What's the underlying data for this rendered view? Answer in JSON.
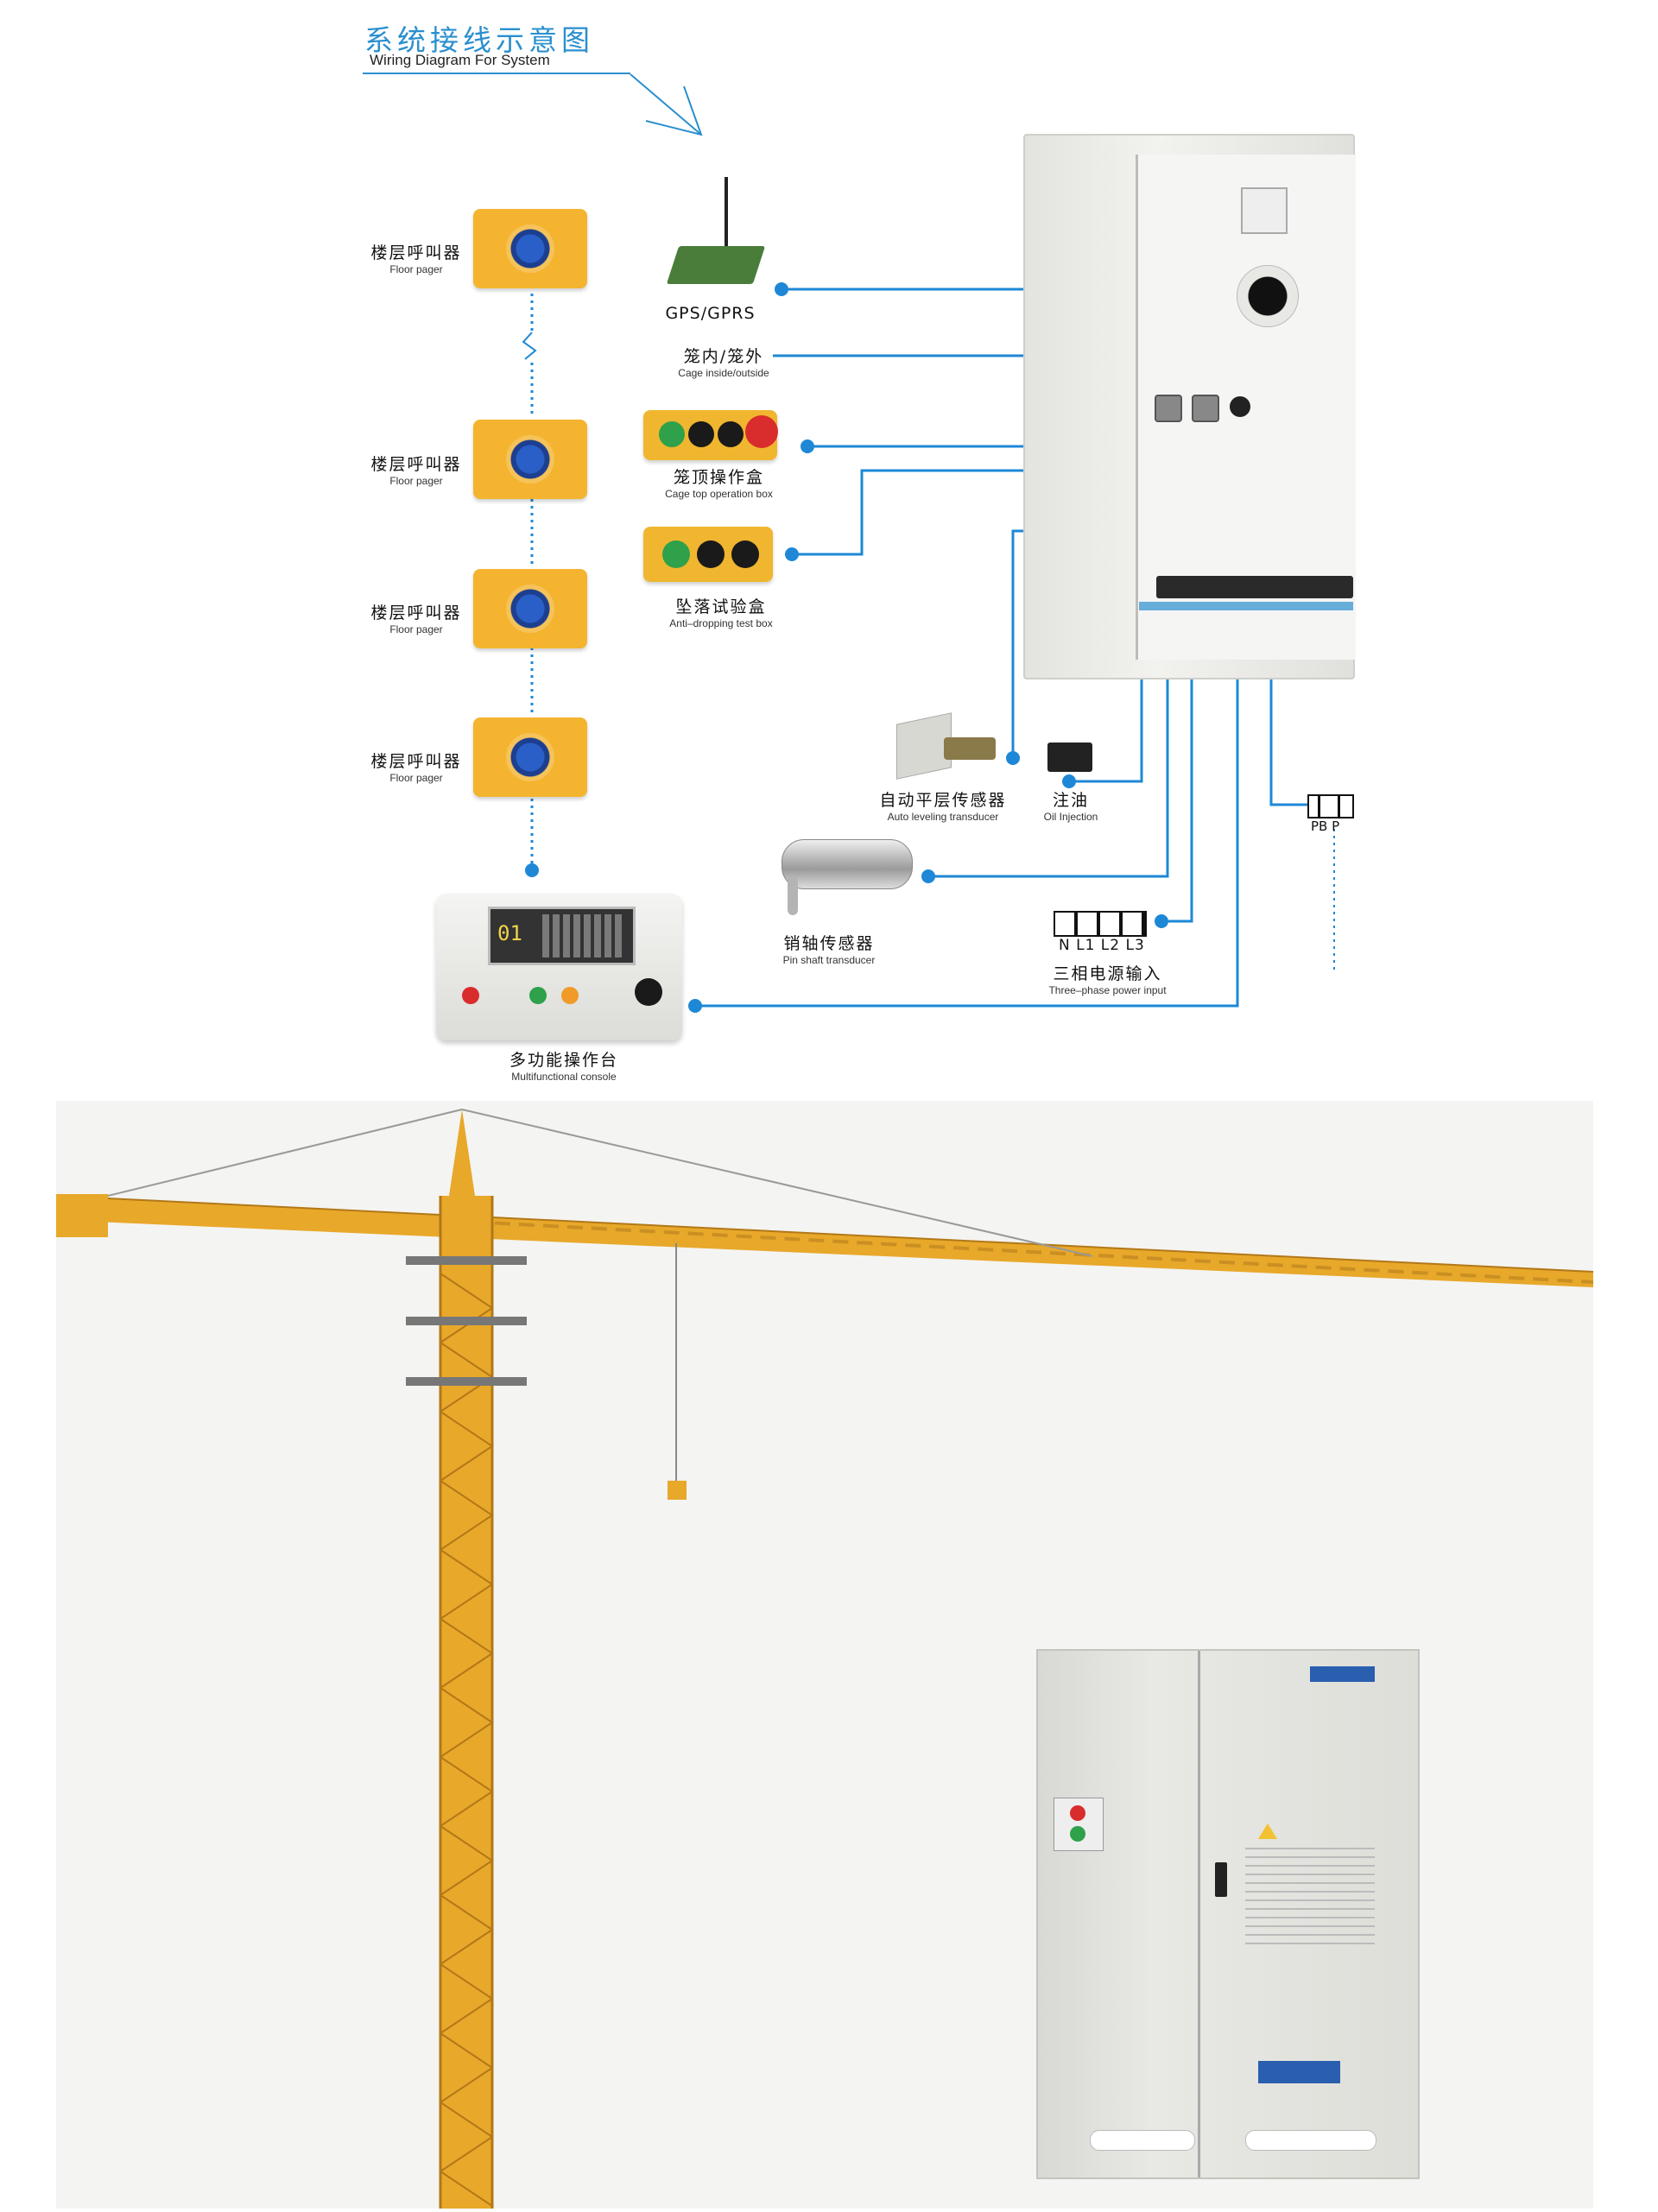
{
  "header": {
    "title_zh": "系统接线示意图",
    "title_en": "Wiring Diagram For System"
  },
  "floor_pagers": [
    {
      "zh": "楼层呼叫器",
      "en": "Floor pager"
    },
    {
      "zh": "楼层呼叫器",
      "en": "Floor pager"
    },
    {
      "zh": "楼层呼叫器",
      "en": "Floor pager"
    },
    {
      "zh": "楼层呼叫器",
      "en": "Floor pager"
    }
  ],
  "components": {
    "gps": {
      "label": "GPS/GPRS"
    },
    "cage": {
      "zh": "笼内/笼外",
      "en": "Cage inside/outside"
    },
    "cage_top_box": {
      "zh": "笼顶操作盒",
      "en": "Cage top operation box"
    },
    "anti_drop_box": {
      "zh": "坠落试验盒",
      "en": "Anti–dropping test box"
    },
    "auto_level": {
      "zh": "自动平层传感器",
      "en": "Auto leveling transducer"
    },
    "oil": {
      "zh": "注油",
      "en": "Oil Injection"
    },
    "pin_shaft": {
      "zh": "销轴传感器",
      "en": "Pin shaft transducer"
    },
    "power": {
      "terminals": "N L1 L2 L3",
      "zh": "三相电源输入",
      "en": "Three–phase power input"
    },
    "pb": {
      "terminals": "PB P"
    },
    "console": {
      "zh": "多功能操作台",
      "en": "Multifunctional console",
      "display": "01"
    }
  },
  "colors": {
    "wire": "#1e88d6",
    "title": "#2a8fcf",
    "pager": "#f4b430",
    "crane": "#e8a82a",
    "cabinet": "#dcdcd6"
  }
}
